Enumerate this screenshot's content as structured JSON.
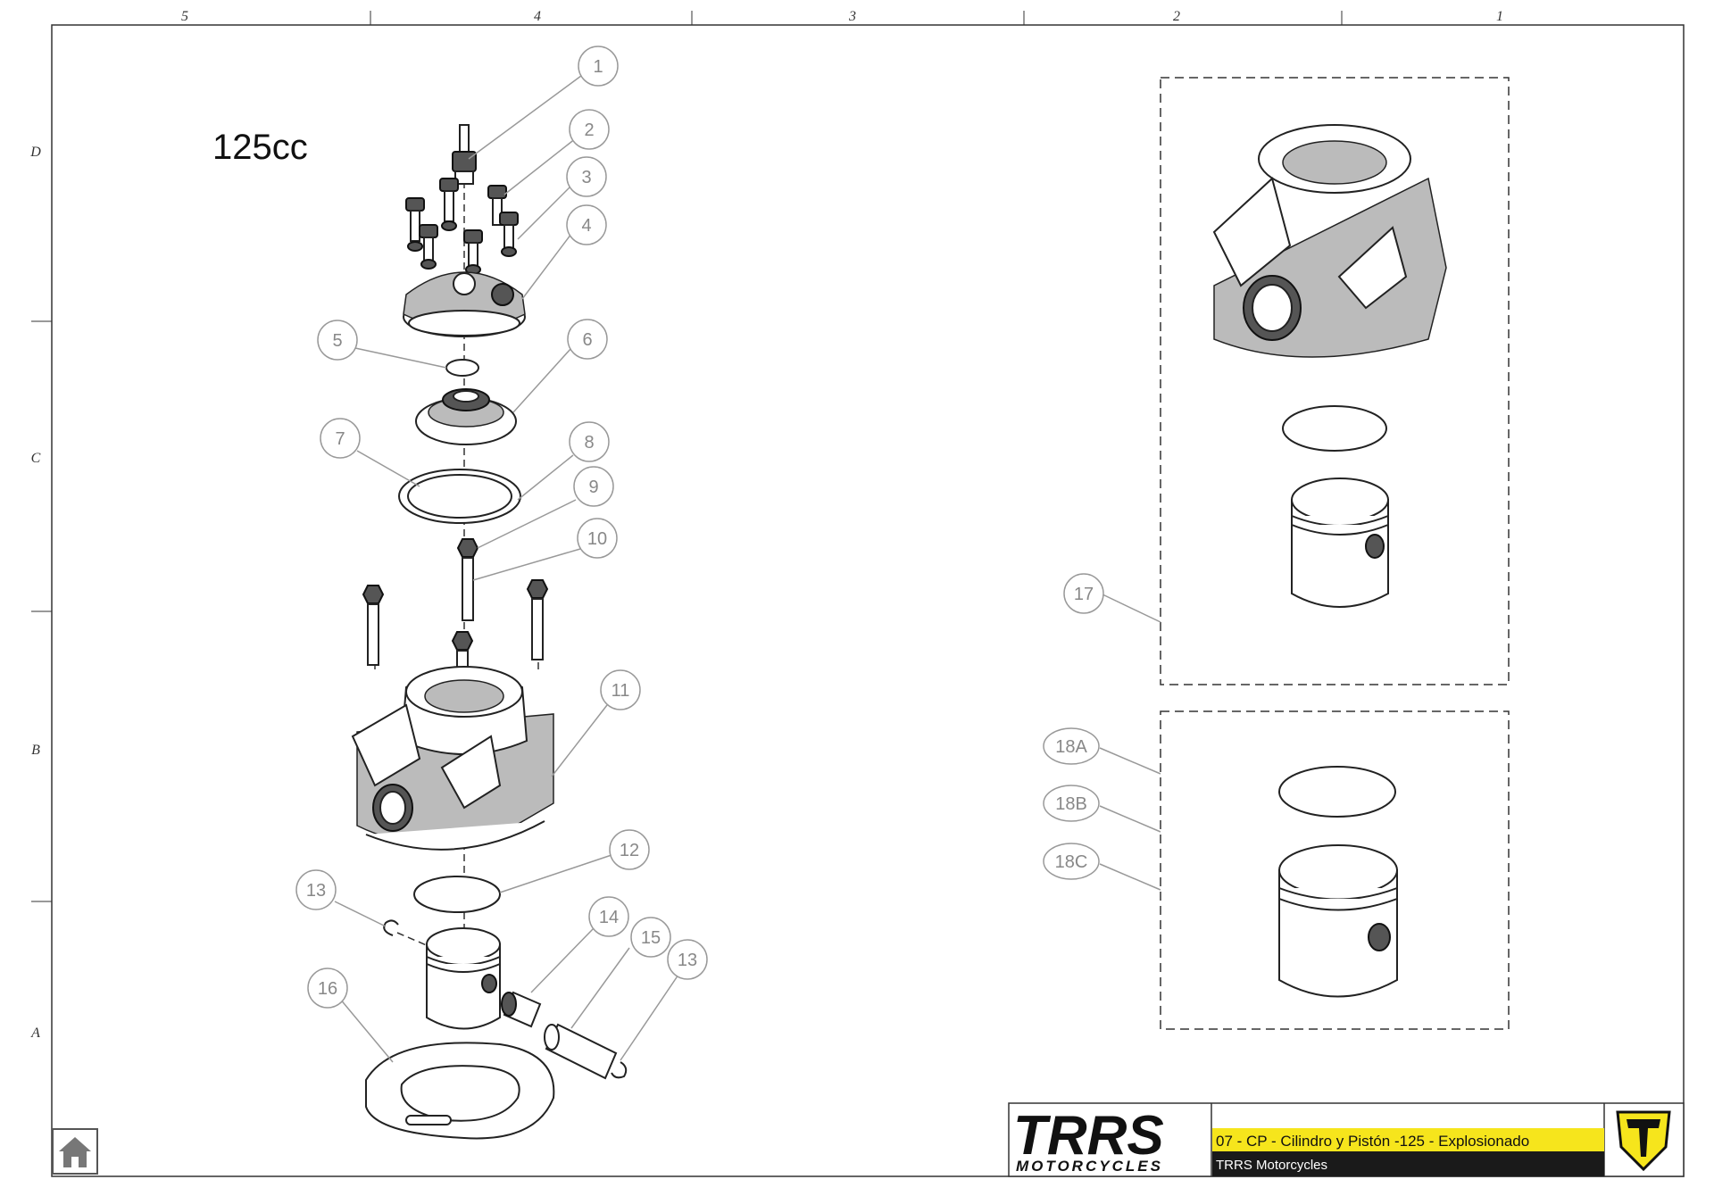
{
  "drawing": {
    "engine_label": "125cc",
    "frame_columns": [
      "5",
      "4",
      "3",
      "2",
      "1"
    ],
    "frame_rows": [
      "D",
      "C",
      "B",
      "A"
    ]
  },
  "callouts": [
    "1",
    "2",
    "3",
    "4",
    "5",
    "6",
    "7",
    "8",
    "9",
    "10",
    "11",
    "12",
    "13",
    "14",
    "15",
    "13",
    "16",
    "17",
    "18A",
    "18B",
    "18C"
  ],
  "title_block": {
    "brand_main": "TRRS",
    "brand_sub": "MOTORCYCLES",
    "title": "07 - CP - Cilindro y Pistón -125 - Explosionado",
    "company": "TRRS Motorcycles",
    "title_bg_color": "#f6e51c",
    "company_bg_color": "#1a1a1a",
    "brand_accent_color": "#f6e51c"
  },
  "nav": {
    "home_icon": "home-icon"
  }
}
